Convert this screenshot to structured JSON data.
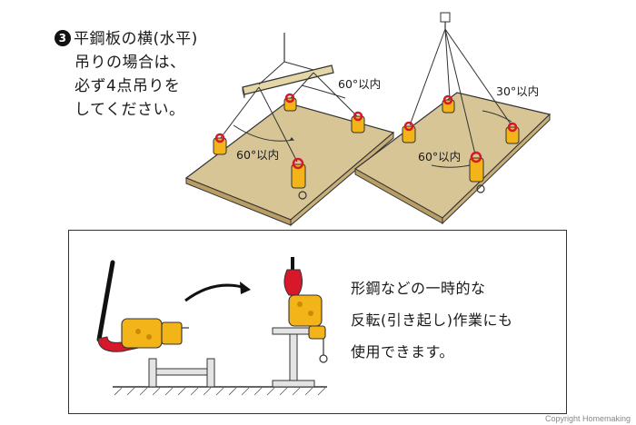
{
  "heading": {
    "step_number": "3",
    "line1": "平鋼板の横(水平)",
    "line2": "吊りの場合は、",
    "line3": "必ず4点吊りを",
    "line4": "してください。"
  },
  "diagram_left": {
    "angle_top": "60°以内",
    "angle_bottom": "60°以内"
  },
  "diagram_right": {
    "angle_top": "30°以内",
    "angle_bottom": "60°以内"
  },
  "note_box": {
    "line1": "形鋼などの一時的な",
    "line2": "反転(引き起し)作業にも",
    "line3": "使用できます。"
  },
  "copyright": "Copyright Homemaking",
  "colors": {
    "plate": "#d8c596",
    "clamp_yellow": "#f2b418",
    "hook_red": "#d7182a"
  }
}
